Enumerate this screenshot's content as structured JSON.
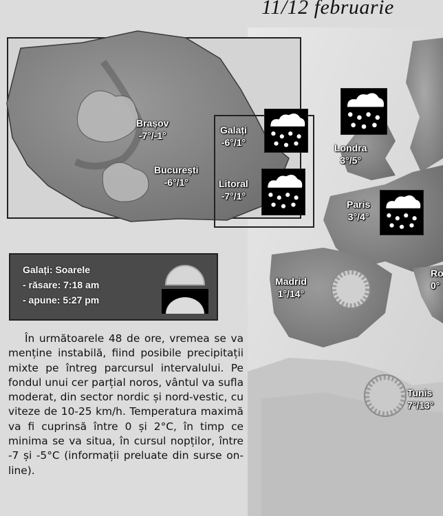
{
  "header": {
    "date": "11/12 februarie"
  },
  "romania_cities": [
    {
      "name": "Brașov",
      "temp": "-7°/-1°"
    },
    {
      "name": "București",
      "temp": "-6°/1°"
    },
    {
      "name": "Galați",
      "temp": "-6°/1°"
    },
    {
      "name": "Litoral",
      "temp": "-7°/1°"
    }
  ],
  "europe_cities": [
    {
      "name": "Londra",
      "temp": "3°/5°"
    },
    {
      "name": "Paris",
      "temp": "3°/4°"
    },
    {
      "name": "Madrid",
      "temp": "1°/14°"
    },
    {
      "name": "Tunis",
      "temp": "7°/13°"
    },
    {
      "name": "Ro",
      "temp": "0°"
    }
  ],
  "icons": {
    "snow": "snow-cloud-icon",
    "sun": "sun-icon",
    "sunrise": "sunrise-icon",
    "sunset": "sunset-icon"
  },
  "sun_box": {
    "title": "Galați: Soarele",
    "sunrise": "- răsare: 7:18 am",
    "sunset": "- apune: 5:27 pm"
  },
  "forecast_text": "În următoarele 48 de ore, vremea se va menține instabilă, fiind posibile precipitații mixte pe întreg parcursul intervalului. Pe fondul unui cer parțial noros, vântul va sufla moderat, din sector nordic și nord-vestic, cu viteze de 10-25 km/h. Temperatura maximă va fi cuprinsă între 0 și 2°C, în timp ce minima se va situa, în cursul nopților, între -7 și -5°C (informații preluate din surse on-line)."
}
